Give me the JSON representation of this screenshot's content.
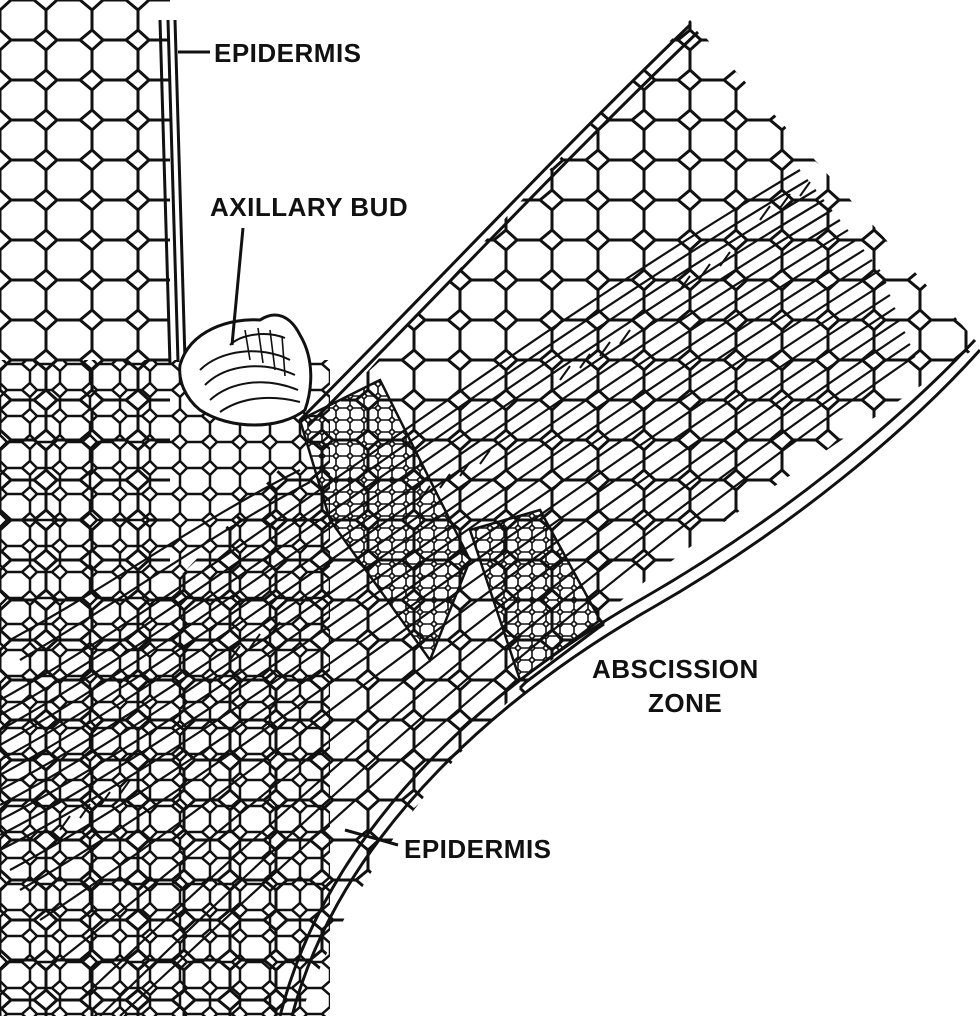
{
  "labels": {
    "epidermis_top": "EPIDERMIS",
    "axillary_bud": "AXILLARY BUD",
    "abscission_line1": "ABSCISSION",
    "abscission_line2": "ZONE",
    "epidermis_bottom": "EPIDERMIS"
  },
  "colors": {
    "ink": "#111111",
    "paper": "#ffffff"
  }
}
